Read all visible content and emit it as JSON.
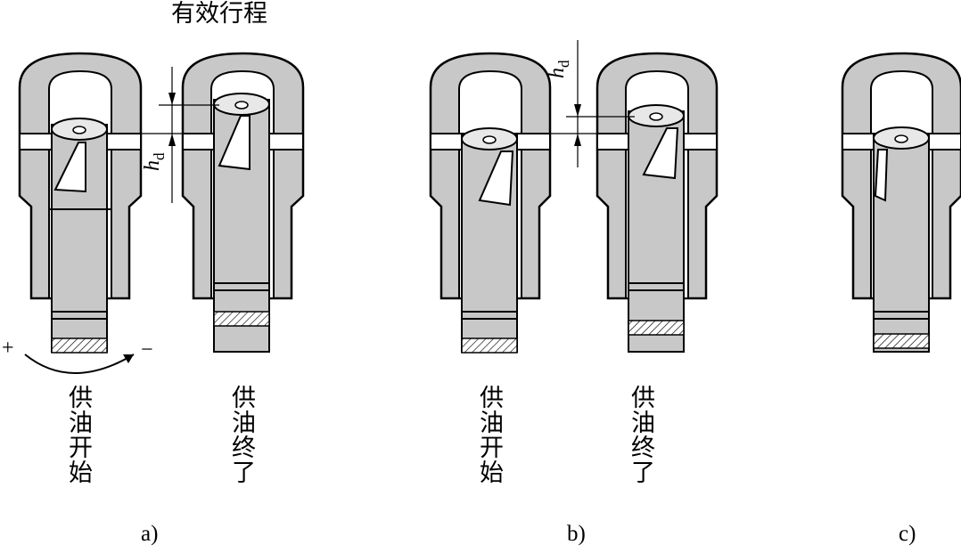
{
  "title": "有效行程",
  "dimension_label": "h",
  "dimension_subscript": "d",
  "sign_plus": "+",
  "sign_minus": "−",
  "panels": [
    {
      "caption": "a)",
      "states": [
        "供油开始",
        "供油终了"
      ]
    },
    {
      "caption": "b)",
      "states": [
        "供油开始",
        "供油终了"
      ]
    },
    {
      "caption": "c)",
      "states": []
    }
  ],
  "colors": {
    "metal": "#c8c8c8",
    "outline": "#000000",
    "bore": "#ffffff"
  }
}
